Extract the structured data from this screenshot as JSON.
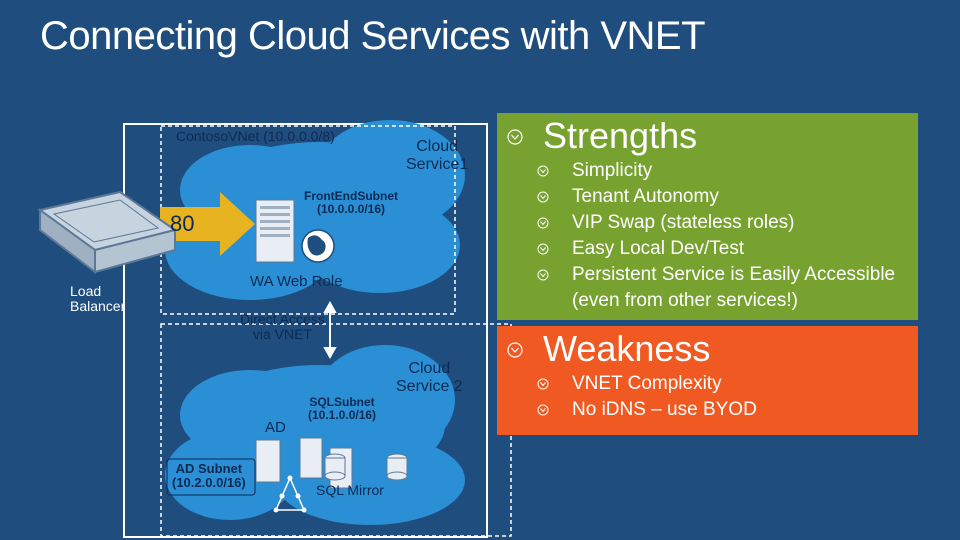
{
  "slide_title": "Connecting Cloud Services with VNET",
  "diagram": {
    "vnet_label": "ContosoVNet (10.0.0.0/8)",
    "cloud_service_1": [
      "Cloud",
      "Service1"
    ],
    "frontend_subnet": [
      "FrontEndSubnet",
      "(10.0.0.0/16)"
    ],
    "port": "80",
    "web_role": "WA Web Role",
    "load_balancer": [
      "Load",
      "Balancer"
    ],
    "direct_access": [
      "Direct Access",
      "via VNET"
    ],
    "cloud_service_2": [
      "Cloud",
      "Service 2"
    ],
    "sql_subnet": [
      "SQLSubnet",
      "(10.1.0.0/16)"
    ],
    "ad_label": "AD",
    "ad_subnet": [
      "AD Subnet",
      "(10.2.0.0/16)"
    ],
    "sql_mirror": "SQL Mirror"
  },
  "strengths": {
    "heading": "Strengths",
    "items": [
      {
        "text": "Simplicity"
      },
      {
        "text": "Tenant Autonomy"
      },
      {
        "text": "VIP Swap (stateless roles)"
      },
      {
        "text": "Easy Local Dev/Test"
      },
      {
        "text": "Persistent Service is Easily Accessible",
        "cont": "(even from other services!)"
      }
    ]
  },
  "weakness": {
    "heading": "Weakness",
    "items": [
      {
        "text": "VNET Complexity"
      },
      {
        "text": "No iDNS – use BYOD"
      }
    ]
  },
  "colors": {
    "background": "#1f4e7e",
    "cloud": "#2b8fd6",
    "strengths_panel": "#78a22f",
    "weakness_panel": "#f05a22",
    "port_arrow": "#e8b321",
    "label_dark": "#0d2a52"
  },
  "icons": [
    "server-icon",
    "globe-icon",
    "database-icon",
    "load-balancer-icon",
    "bullet-arrow-icon"
  ]
}
